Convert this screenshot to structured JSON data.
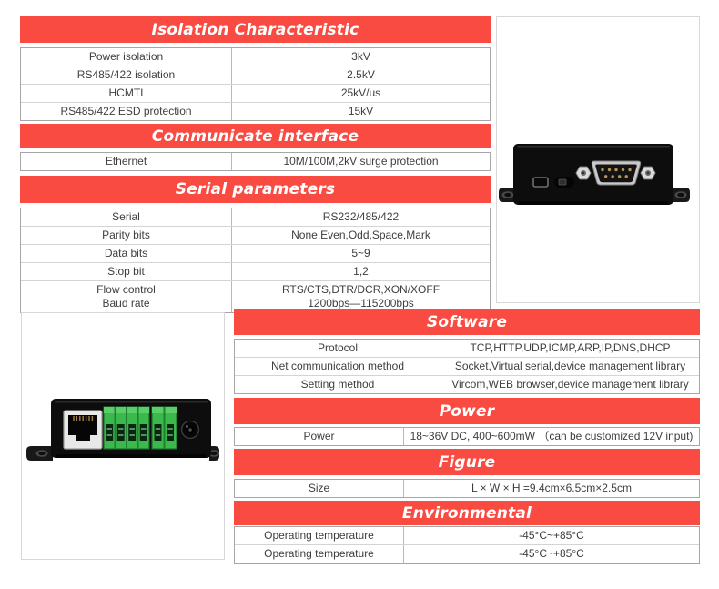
{
  "colors": {
    "header_red": "#f94b42",
    "table_text": "#3e3e3e",
    "table_border": "#a6a6a6",
    "terminal_green": "#3cb94d"
  },
  "sections": {
    "isolation": {
      "title": "Isolation Characteristic",
      "rows": [
        [
          "Power isolation",
          "3kV"
        ],
        [
          "RS485/422 isolation",
          "2.5kV"
        ],
        [
          "HCMTI",
          "25kV/us"
        ],
        [
          "RS485/422 ESD protection",
          "15kV"
        ]
      ]
    },
    "communicate": {
      "title": "Communicate interface",
      "rows": [
        [
          "Ethernet",
          "10M/100M,2kV surge protection"
        ]
      ]
    },
    "serial": {
      "title": "Serial parameters",
      "rows": [
        [
          "Serial",
          "RS232/485/422"
        ],
        [
          "Parity bits",
          "None,Even,Odd,Space,Mark"
        ],
        [
          "Data bits",
          "5~9"
        ],
        [
          "Stop bit",
          "1,2"
        ],
        [
          "Flow control\nBaud rate",
          "RTS/CTS,DTR/DCR,XON/XOFF\n1200bps—115200bps"
        ]
      ]
    },
    "software": {
      "title": "Software",
      "rows": [
        [
          "Protocol",
          "TCP,HTTP,UDP,ICMP,ARP,IP,DNS,DHCP"
        ],
        [
          "Net communication method",
          "Socket,Virtual serial,device management library"
        ],
        [
          "Setting method",
          "Vircom,WEB browser,device management library"
        ]
      ]
    },
    "power": {
      "title": "Power",
      "rows": [
        [
          "Power",
          "18~36V DC, 400~600mW （can be customized 12V input)"
        ]
      ]
    },
    "figure": {
      "title": "Figure",
      "rows": [
        [
          "Size",
          "L × W × H =9.4cm×6.5cm×2.5cm"
        ]
      ]
    },
    "environmental": {
      "title": "Environmental",
      "rows": [
        [
          "Operating temperature",
          "-45°C~+85°C"
        ],
        [
          "Operating temperature",
          "-45°C~+85°C"
        ]
      ]
    }
  }
}
